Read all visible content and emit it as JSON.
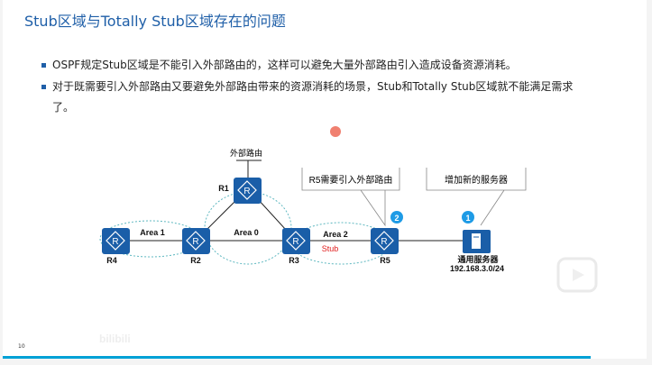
{
  "title": "Stub区域与Totally Stub区域存在的问题",
  "bullets": [
    "OSPF规定Stub区域是不能引入外部路由的，这样可以避免大量外部路由引入造成设备资源消耗。",
    "对于既需要引入外部路由又要避免外部路由带来的资源消耗的场景，Stub和Totally Stub区域就不能满足需求了。"
  ],
  "diagram": {
    "external_route": "外部路由",
    "routers": {
      "r1": "R1",
      "r2": "R2",
      "r3": "R3",
      "r4": "R4",
      "r5": "R5"
    },
    "areas": {
      "area1": "Area 1",
      "area0": "Area 0",
      "area2": "Area 2",
      "stub": "Stub"
    },
    "callouts": {
      "r5": "R5需要引入外部路由",
      "server": "增加新的服务器"
    },
    "badges": {
      "b2": "2",
      "b1": "1"
    },
    "server": {
      "name": "通用服务器",
      "subnet": "192.168.3.0/24"
    },
    "router_glyph": "R"
  },
  "page_number": "10",
  "watermark": "bilibili",
  "colors": {
    "title": "#1f5fa8",
    "router": "#1a5ea8",
    "stub": "#e02020",
    "badge": "#1e9be6",
    "progress": "#00a1d6"
  }
}
